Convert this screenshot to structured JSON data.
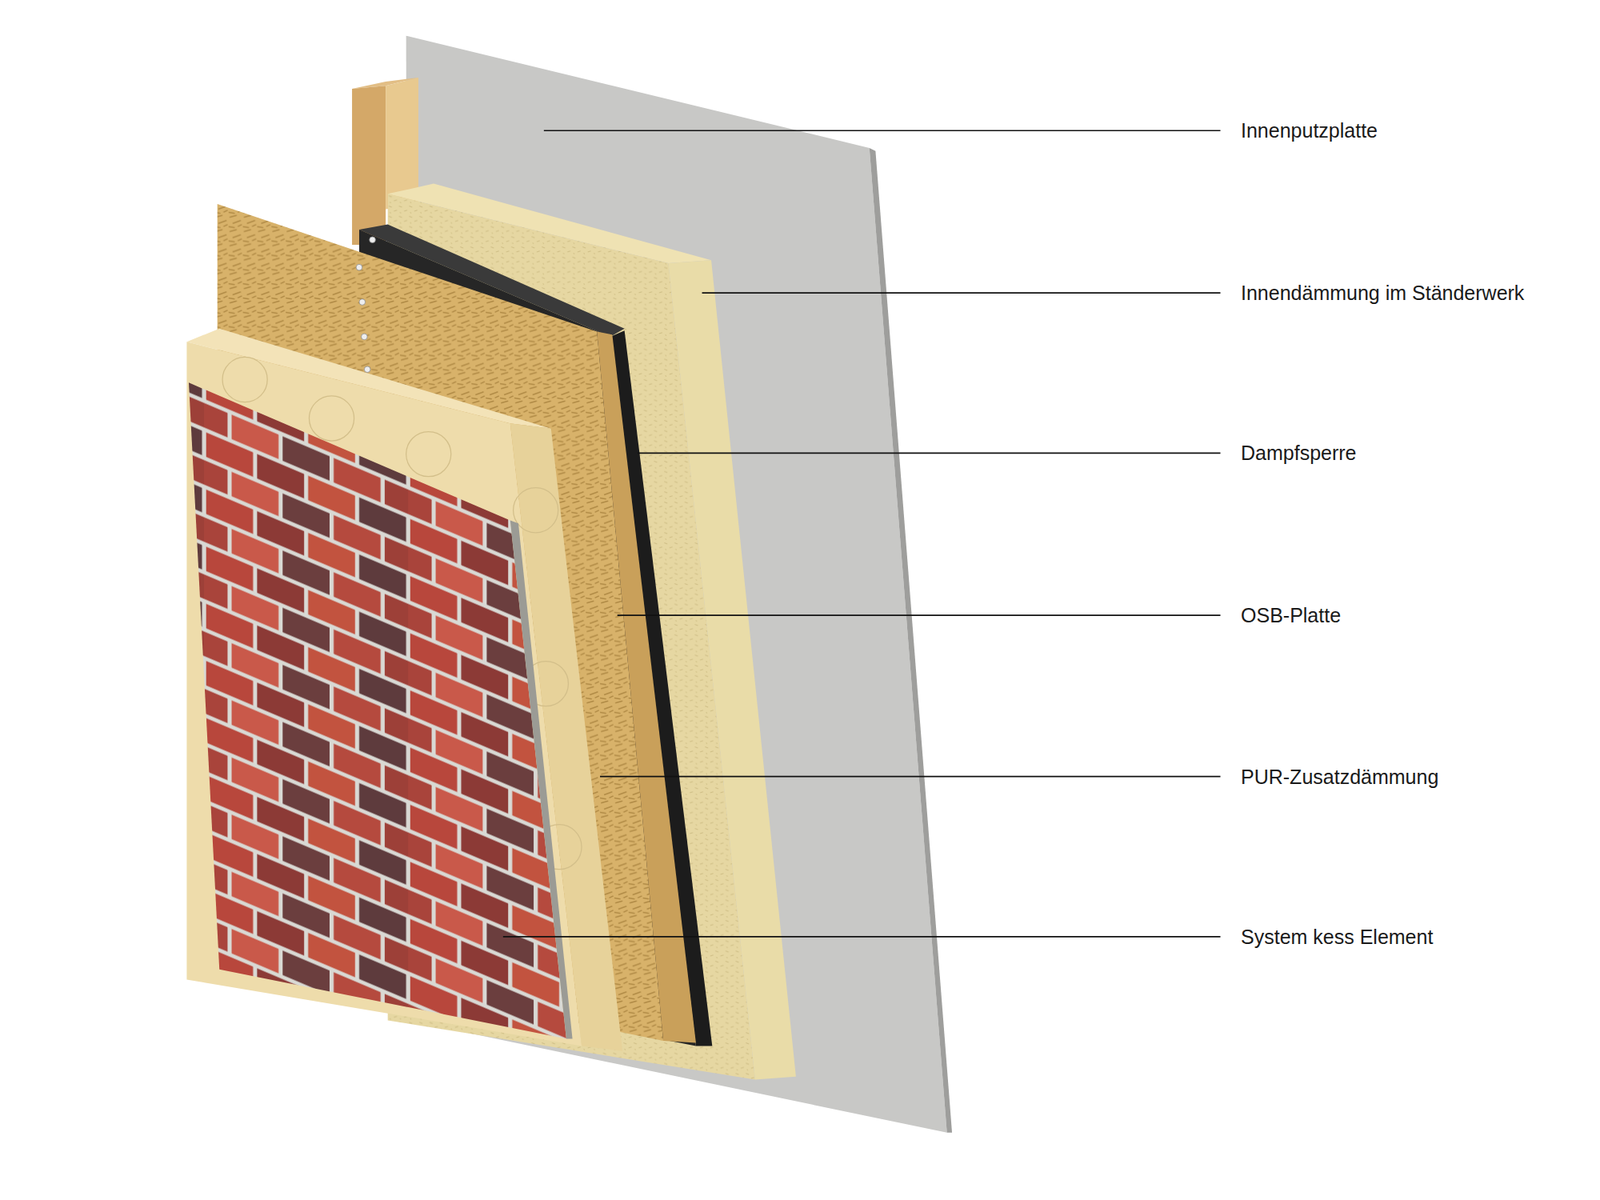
{
  "diagram": {
    "labels": [
      "Innenputzplatte",
      "Innendämmung im Ständerwerk",
      "Dampfsperre",
      "OSB-Platte",
      "PUR-Zusatzdämmung",
      "System kess Element"
    ]
  }
}
